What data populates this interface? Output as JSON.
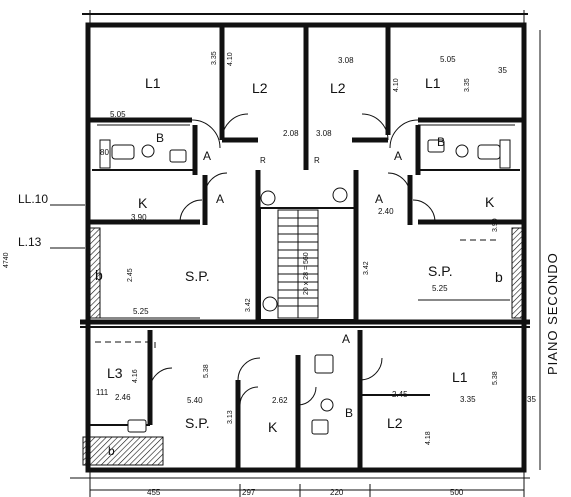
{
  "sheet": {
    "title_vertical": "PIANO SECONDO",
    "levels": [
      "LL.10",
      "L.13"
    ],
    "side_code": "4740"
  },
  "rooms": {
    "l1_top_left": "L1",
    "l2_top_left": "L2",
    "l2_top_right": "L2",
    "l1_top_right": "L1",
    "bath_left": "B",
    "bath_right": "B",
    "a_left": "A",
    "a_left2": "A",
    "a_right": "A",
    "a_right2": "A",
    "k_left": "K",
    "k_right": "K",
    "sp_left": "S.P.",
    "sp_right": "S.P.",
    "b_left": "b",
    "b_right": "b",
    "l3": "L3",
    "sp_bottom": "S.P.",
    "k_bottom": "K",
    "b_bottom": "B",
    "l2_bottom": "L2",
    "l1_bottom": "L1",
    "a_bottom": "A",
    "r_left": "R",
    "r_right": "R",
    "b_bottom_left": "b"
  },
  "dimensions": {
    "d_505_tl": "5.05",
    "d_335_tl": "3.35",
    "d_410_tl": "4.10",
    "d_308_t": "3.08",
    "d_410_tr": "4.10",
    "d_505_tr": "5.05",
    "d_335_tr": "3.35",
    "d_208": "2.08",
    "d_308_m": "3.08",
    "d_390": "3.90",
    "d_240": "2.40",
    "d_390_r": "3.90",
    "d_342_l": "3.42",
    "d_342_r": "3.42",
    "d_525_l": "5.25",
    "d_525_r": "5.25",
    "d_245": "2.45",
    "d_538_l": "5.38",
    "d_538_r": "5.38",
    "d_246": "2.46",
    "d_540": "5.40",
    "d_262": "2.62",
    "d_245_b": "2.45",
    "d_335_b": "3.35",
    "d_416": "4.16",
    "d_418": "4.18",
    "d_313": "3.13",
    "stair": "20 x 28 = 560",
    "b_455": "455",
    "b_297": "297",
    "b_220": "220",
    "b_500": "500",
    "n_35_tr": "35",
    "n_35_br": "35",
    "n_80": "80",
    "n_111": "111"
  }
}
